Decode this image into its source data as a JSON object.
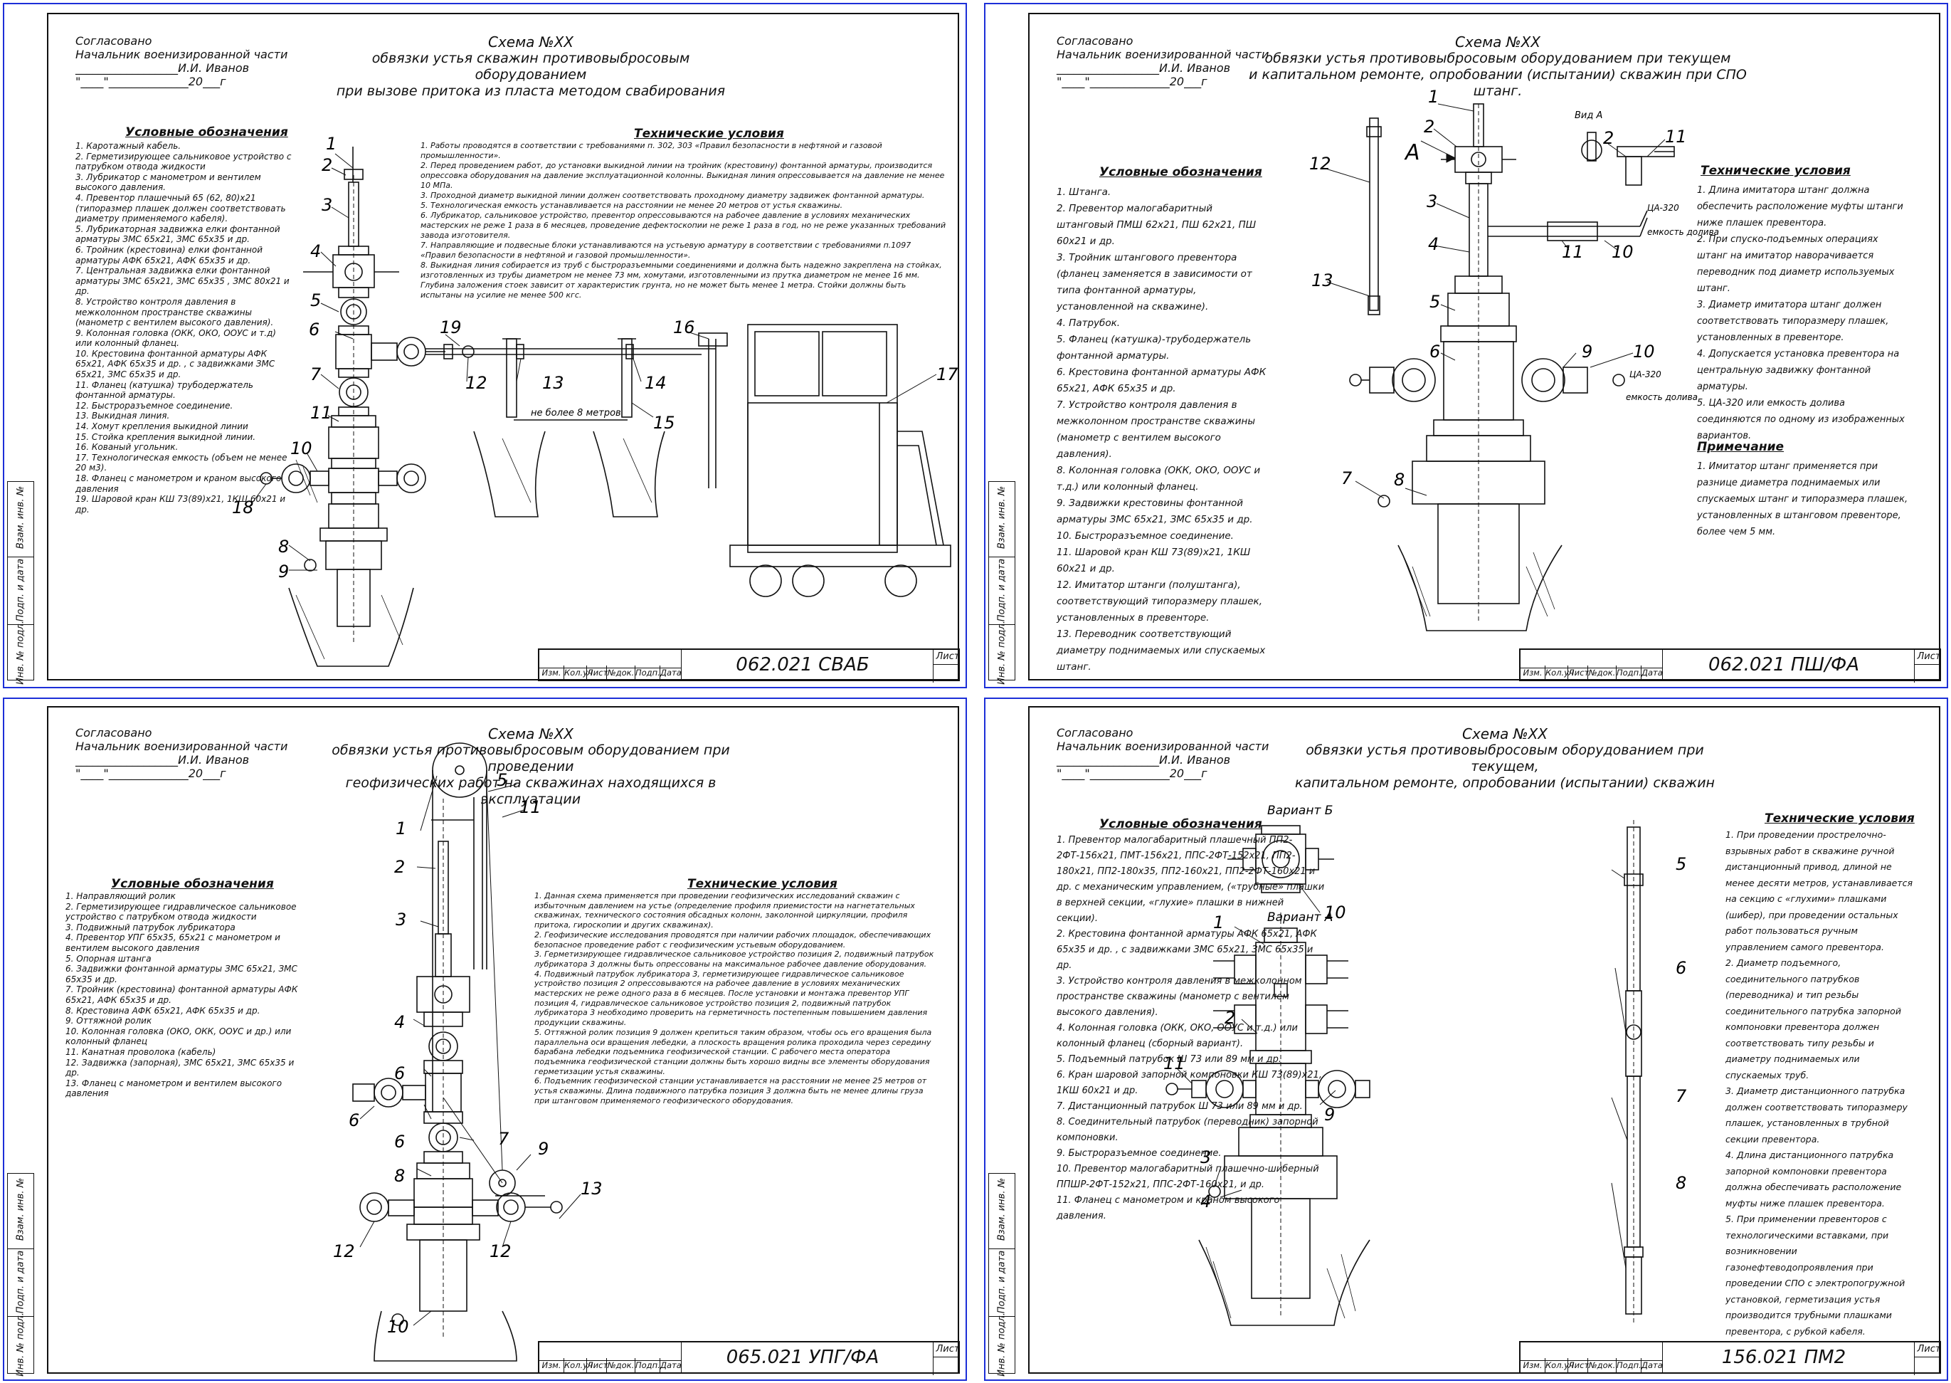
{
  "approval": {
    "line1": "Согласовано",
    "line2": "Начальник военизированной части",
    "line3": "__________________И.И. Иванов",
    "line4": "\"____\"______________20___г"
  },
  "stamp_columns": [
    "Изм.",
    "Кол.уч",
    "Лист",
    "№док.",
    "Подп.",
    "Дата"
  ],
  "stamp_sheet_label": "Лист",
  "side_labels": [
    "Инв. № подл.",
    "Подп. и дата",
    "Взам. инв. №"
  ],
  "sheets": [
    {
      "title_h": "Схема №XX",
      "title_l1": "обвязки устья скважин противовыбросовым оборудованием",
      "title_l2": "при вызове притока из пласта методом свабирования",
      "legend_title": "Условные обозначения",
      "legend": [
        "1. Каротажный кабель.",
        "2. Герметизирующее сальниковое устройство с патрубком отвода жидкости",
        "3. Лубрикатор с манометром и вентилем высокого давления.",
        "4. Превентор плашечный 65 (62, 80)х21 (типоразмер плашек должен соответствовать диаметру применяемого кабеля).",
        "5. Лубрикаторная задвижка елки фонтанной арматуры ЗМС 65х21, ЗМС 65х35 и др.",
        "6. Тройник (крестовина) елки фонтанной арматуры АФК 65х21, АФК 65х35 и др.",
        "7. Центральная задвижка елки фонтанной арматуры ЗМС 65х21, ЗМС 65х35 , ЗМС 80х21 и др.",
        "8. Устройство контроля давления в межколонном пространстве скважины (манометр с вентилем высокого давления).",
        "9. Колонная головка (ОКК, ОКО, ООУС и т.д) или колонный фланец.",
        "10. Крестовина фонтанной арматуры АФК 65х21, АФК 65х35 и др. , с задвижками ЗМС 65х21, ЗМС 65х35 и др.",
        "11. Фланец (катушка) трубодержатель фонтанной арматуры.",
        "12. Быстроразъемное соединение.",
        "13. Выкидная линия.",
        "14. Хомут крепления выкидной линии",
        "15. Стойка крепления выкидной линии.",
        "16. Кованый угольник.",
        "17. Технологическая емкость (объем не менее 20 м3).",
        "18. Фланец с манометром и краном высокого давления",
        "19. Шаровой кран КШ 73(89)х21, 1КШ 60х21 и др."
      ],
      "tech_title": "Технические условия",
      "tech": [
        "1. Работы проводятся в соответствии с требованиями п. 302, 303 «Правил безопасности в нефтяной и газовой промышленности».",
        "2. Перед проведением работ, до установки выкидной линии на тройник (крестовину) фонтанной арматуры, производится опрессовка оборудования на давление эксплуатационной колонны. Выкидная линия опрессовывается на давление не менее 10 МПа.",
        "3. Проходной диаметр выкидной линии должен соответствовать проходному диаметру задвижек фонтанной арматуры.",
        "5. Технологическая емкость устанавливается на расстоянии не менее 20 метров от устья скважины.",
        "6. Лубрикатор, сальниковое устройство, превентор опрессовываются на рабочее давление в условиях механических мастерских не реже 1 раза в 6 месяцев, проведение дефектоскопии не реже 1 раза в год, но не реже указанных требований завода изготовителя.",
        "7. Направляющие и подвесные блоки устанавливаются на устьевую арматуру в соответствии с требованиями п.1097 «Правил безопасности в нефтяной и газовой промышленности».",
        "8. Выкидная линия собирается из труб с быстроразъемными соединениями и должна быть надежно закреплена на стойках, изготовленных из трубы диаметром не менее 73 мм, хомутами, изготовленными из прутка диаметром не менее 16 мм. Глубина заложения стоек зависит от характеристик грунта, но не может быть менее 1 метра. Стойки должны быть испытаны на усилие не менее 500 кгс."
      ],
      "dimension_label": "не более 8 метров",
      "code": "062.021 СВАБ"
    },
    {
      "title_h": "Схема №XX",
      "title_l1": "обвязки устья противовыбросовым оборудованием при текущем",
      "title_l2": "и капитальном ремонте, опробовании (испытании) скважин при СПО штанг.",
      "legend_title": "Условные обозначения",
      "legend": [
        "1. Штанга.",
        "2. Превентор малогабаритный штанговый ПМШ 62х21, ПШ 62х21, ПШ 60х21 и др.",
        "3. Тройник штангового превентора (фланец заменяется в зависимости от типа фонтанной арматуры, установленной на скважине).",
        "4. Патрубок.",
        "5. Фланец (катушка)-трубодержатель фонтанной арматуры.",
        "6. Крестовина фонтанной арматуры АФК 65х21, АФК 65х35 и др.",
        "7. Устройство контроля давления в межколонном пространстве скважины (манометр с вентилем высокого давления).",
        "8. Колонная головка (ОКК, ОКО, ООУС и т.д.) или колонный фланец.",
        "9. Задвижки крестовины фонтанной арматуры ЗМС 65х21, ЗМС 65х35 и др.",
        "10. Быстроразъемное соединение.",
        "11. Шаровой кран КШ 73(89)х21, 1КШ 60х21 и др.",
        "12. Имитатор штанги (полуштанга), соответствующий типоразмеру плашек, установленных в превенторе.",
        "13. Переводник соответствующий диаметру поднимаемых или спускаемых штанг."
      ],
      "tech_title": "Технические условия",
      "tech": [
        "1. Длина имитатора штанг должна обеспечить расположение муфты штанги ниже плашек превентора.",
        "2. При спуско-подъемных операциях штанг на имитатор наворачивается переводник под диаметр используемых штанг.",
        "3. Диаметр имитатора штанг должен соответствовать типоразмеру плашек, установленных в превенторе.",
        "4. Допускается установка превентора на центральную задвижку фонтанной арматуры.",
        "5. ЦА-320 или емкость долива соединяются по одному из изображенных вариантов."
      ],
      "note_title": "Примечание",
      "note": "1. Имитатор штанг применяется при разнице диаметра поднимаемых или спускаемых штанг и типоразмера плашек, установленных в штанговом превенторе, более чем 5 мм.",
      "view_label": "Вид А",
      "arrow_label": "А",
      "ca_label_top": "ЦА-320",
      "tank_label_top": "емкость долива",
      "ca_label_bottom": "ЦА-320",
      "tank_label_bottom": "емкость долива",
      "code": "062.021 ПШ/ФА"
    },
    {
      "title_h": "Схема №XX",
      "title_l1": "обвязки устья противовыбросовым оборудованием при проведении",
      "title_l2": "геофизических работ на скважинах находящихся в эксплуатации",
      "legend_title": "Условные обозначения",
      "legend": [
        "1. Направляющий ролик",
        "2. Герметизирующее гидравлическое сальниковое устройство с патрубком отвода жидкости",
        "3. Подвижный патрубок лубрикатора",
        "4. Превентор УПГ 65х35, 65х21 с манометром и вентилем высокого давления",
        "5. Опорная штанга",
        "6. Задвижки фонтанной арматуры ЗМС 65х21, ЗМС 65х35 и др.",
        "7. Тройник (крестовина) фонтанной арматуры АФК 65х21, АФК 65х35 и др.",
        "8. Крестовина АФК 65х21, АФК 65х35 и др.",
        "9. Оттяжной ролик",
        "10. Колонная головка (ОКО, ОКК, ООУС и др.) или колонный фланец",
        "11. Канатная проволока (кабель)",
        "12. Задвижка (запорная), ЗМС 65х21, ЗМС 65х35 и др.",
        "13. Фланец с манометром и вентилем высокого давления"
      ],
      "tech_title": "Технические условия",
      "tech": [
        "1. Данная схема применяется при проведении геофизических исследований скважин с избыточным давлением на устье (определение профиля приемистости на нагнетательных скважинах, технического состояния обсадных колонн, заколонной циркуляции, профиля притока, гироскопии и других скважинах).",
        "2. Геофизические исследования проводятся при наличии рабочих площадок, обеспечивающих безопасное проведение работ с геофизическим устьевым оборудованием.",
        "3. Герметизирующее гидравлическое сальниковое устройство позиция 2, подвижный патрубок лубрикатора 3 должны быть опрессованы на максимальное рабочее давление оборудования.",
        "4. Подвижный патрубок лубрикатора 3, герметизирующее гидравлическое сальниковое устройство позиция 2 опрессовываются на рабочее давление в условиях механических мастерских не реже одного раза в 6 месяцев. После установки и монтажа превентор УПГ позиция 4, гидравлическое сальниковое устройство позиция 2, подвижный патрубок лубрикатора 3 необходимо проверить на герметичность постепенным повышением давления продукции скважины.",
        "5. Оттяжной ролик позиция 9 должен крепиться таким образом, чтобы ось его вращения была параллельна оси вращения лебедки, а плоскость вращения ролика проходила через середину барабана лебедки подъемника геофизической станции. С рабочего места оператора подъемника геофизической станции должны быть хорошо видны все элементы оборудования герметизации устья скважины.",
        "6. Подъемник геофизической станции устанавливается на расстоянии не менее 25 метров от устья скважины. Длина подвижного патрубка позиция 3 должна быть не менее длины груза при штанговом применяемого геофизического оборудования."
      ],
      "code": "065.021 УПГ/ФА"
    },
    {
      "title_h": "Схема №XX",
      "title_l1": "обвязки устья противовыбросовым оборудованием при текущем,",
      "title_l2": "капитальном ремонте, опробовании (испытании) скважин",
      "legend_title": "Условные обозначения",
      "legend": [
        "1. Превентор малогабаритный плашечный ПП2-2ФТ-156х21, ПМТ-156х21, ППС-2ФТ-152х21, ПП2-180х21, ПП2-180х35, ПП2-160х21, ПП2-2ФТ-160х21 и др. с механическим управлением, («трубные» плашки в верхней секции, «глухие» плашки в нижней секции).",
        "2. Крестовина фонтанной арматуры АФК 65х21, АФК 65х35 и др. , с задвижками ЗМС 65х21, ЗМС 65х35 и др.",
        "3. Устройство контроля давления в межколонном пространстве скважины (манометр с вентилем высокого давления).",
        "4. Колонная головка (ОКК, ОКО, ООУС и т.д.) или колонный фланец (сборный вариант).",
        "5. Подъемный патрубок Ш 73 или 89 мм и др.",
        "6. Кран шаровой запорной компоновки КШ 73(89)х21, 1КШ 60х21 и др.",
        "7. Дистанционный патрубок Ш 73 или 89 мм и др.",
        "8. Соединительный патрубок (переводник) запорной компоновки.",
        "9. Быстроразъемное соединение.",
        "10. Превентор малогабаритный плашечно-шиберный ППШР-2ФТ-152х21, ППС-2ФТ-160х21, и др.",
        "11. Фланец с манометром и краном высокого давления."
      ],
      "tech_title": "Технические условия",
      "tech": [
        "1. При проведении прострелочно-взрывных работ в скважине ручной дистанционный привод, длиной не менее десяти метров, устанавливается на секцию с «глухими» плашками (шибер), при проведении остальных работ пользоваться ручным управлением самого превентора.",
        "2. Диаметр подъемного, соединительного патрубков (переводника) и тип резьбы соединительного патрубка запорной компоновки превентора должен соответствовать типу резьбы и диаметру поднимаемых или спускаемых труб.",
        "3. Диаметр дистанционного патрубка должен соответствовать типоразмеру плашек, установленных в трубной секции превентора.",
        "4. Длина дистанционного патрубка запорной компоновки превентора должна обеспечивать расположение муфты ниже плашек превентора.",
        "5. При применении превенторов с технологическими вставками, при возникновении газонефтеводопроявления при проведении СПО с электропогружной установкой, герметизация устья производится трубными плашками превентора, с рубкой кабеля."
      ],
      "variant_b": "Вариант Б",
      "variant_a": "Вариант А",
      "code": "156.021 ПМ2"
    }
  ]
}
